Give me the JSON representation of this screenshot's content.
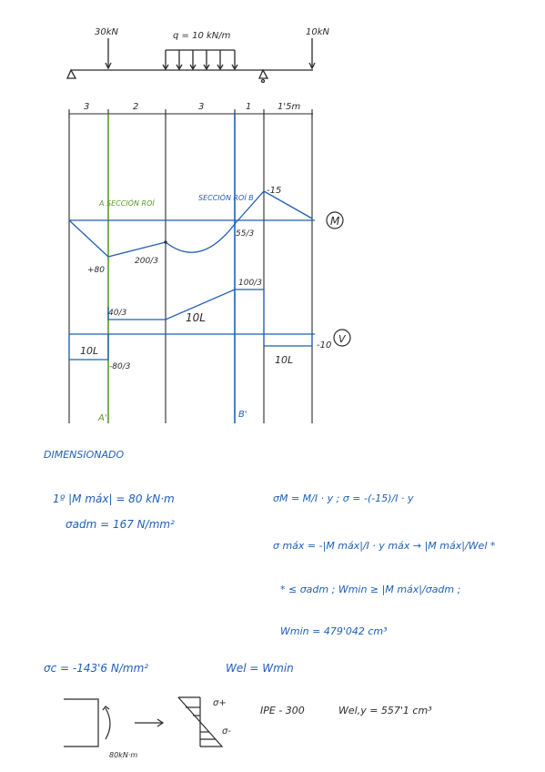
{
  "beam": {
    "load_left": "30kN",
    "load_dist": "q = 10 kN/m",
    "load_right": "10kN",
    "spans": [
      "3",
      "2",
      "3",
      "1",
      "1'5m"
    ]
  },
  "moment": {
    "section_a": "A  SECCIÓN ROÍ",
    "section_b": "SECCIÓN ROÍ  B",
    "peak_right": "-15",
    "val_b": "55/3",
    "val_left": "+80",
    "val_mid": "200/3",
    "tag": "M"
  },
  "shear": {
    "val_top_left": "40/3",
    "val_top_right": "100/3",
    "val_bottom_left": "-80/3",
    "val_right": "-10",
    "sym_left": "10L",
    "sym_mid": "10L",
    "sym_right": "10L",
    "tag": "V"
  },
  "sections": {
    "a_prime": "A'",
    "b_prime": "B'"
  },
  "notes": {
    "heading": "DIMENSIONADO",
    "l1": "1º  |M máx| = 80 kN·m",
    "l2": "σadm = 167 N/mm²",
    "r1": "σM = M/I · y  ;  σ = -(-15)/I · y",
    "r2": "σ máx = -|M máx|/I · y máx  →  |M máx|/Wel  *",
    "r3": "* ≤ σadm ;   Wmin ≥ |M máx|/σadm ;",
    "r4": "Wmin = 479'042 cm³",
    "l3": "σc = -143'6 N/mm²",
    "l4": "Wel = Wmin",
    "sketch_moment": "80kN·m",
    "stress_top": "σ+",
    "stress_bottom": "σ-",
    "profile": "IPE - 300",
    "wel_value": "Wel,y = 557'1 cm³"
  }
}
